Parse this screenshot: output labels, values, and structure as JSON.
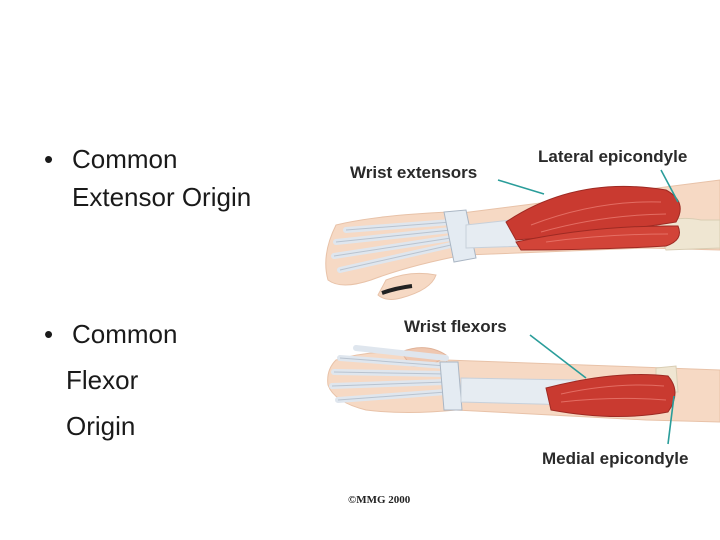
{
  "bullets": [
    {
      "marker": "•",
      "lines": [
        "Common",
        "Extensor Origin"
      ]
    },
    {
      "marker": "•",
      "lines": [
        "Common",
        "Flexor",
        "Origin"
      ]
    }
  ],
  "figure": {
    "labels": {
      "wrist_extensors": "Wrist extensors",
      "lateral_epicondyle": "Lateral epicondyle",
      "wrist_flexors": "Wrist flexors",
      "medial_epicondyle": "Medial epicondyle"
    },
    "copyright": "©MMG 2000",
    "colors": {
      "muscle": "#c93a30",
      "muscle_dark": "#9e2a23",
      "skin": "#f6d9c4",
      "tendon": "#dfe6ee",
      "bone": "#efe6d2",
      "leader_line": "#2a9d9a"
    }
  }
}
